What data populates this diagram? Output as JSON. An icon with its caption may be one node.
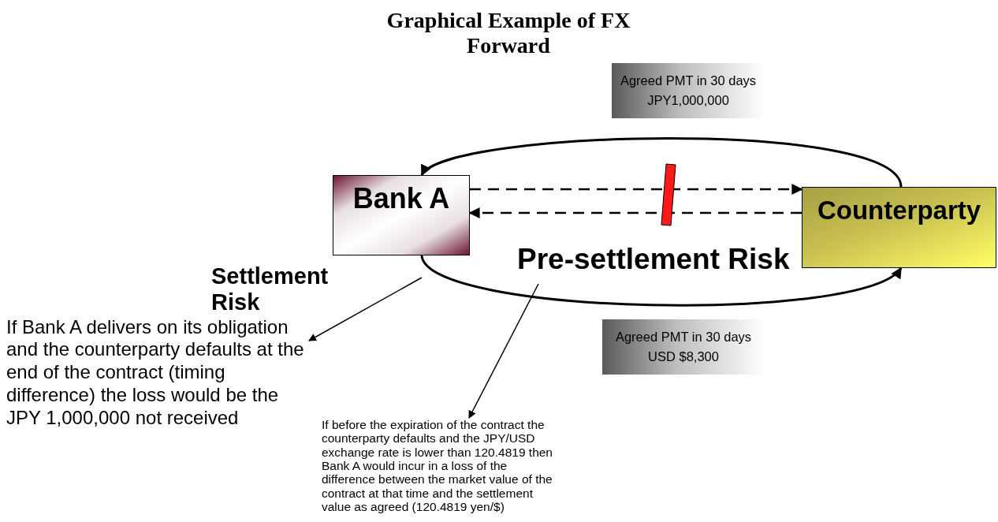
{
  "diagram": {
    "title": "Graphical Example of FX Forward",
    "nodes": [
      {
        "text": [
          "Bank A"
        ]
      },
      {
        "text": [
          "Counterparty"
        ]
      },
      {
        "text": [
          "Agreed PMT in 30 days",
          "JPY1,000,000"
        ]
      },
      {
        "text": [
          "Agreed PMT in 30 days",
          "USD $8,300"
        ]
      },
      {
        "text": [
          "Settlement Risk",
          "If Bank A delivers on its obligation and the counterparty defaults at the end of the contract (timing difference) the loss would be the JPY 1,000,000 not received"
        ]
      },
      {
        "text": [
          "Pre-settlement Risk"
        ]
      },
      {
        "text": [
          "If before the expiration of the contract the counterparty defaults and the JPY/USD exchange rate is lower than 120.4819 then Bank A would incur in a loss of the difference between the market value of the contract at that time and the settlement value as agreed (120.4819 yen/$)"
        ]
      },
      {
        "text": [],
        "shape": "bar"
      }
    ],
    "edges": [
      {
        "from": 1,
        "to": 0,
        "arrow": "to"
      },
      {
        "from": 0,
        "to": 1,
        "arrow": "to"
      },
      {
        "from": 0,
        "to": 1,
        "arrow": "to",
        "style": "dashed"
      },
      {
        "from": 1,
        "to": 0,
        "arrow": "to",
        "style": "dashed"
      },
      {
        "from": null,
        "to": 4,
        "arrow": "to"
      },
      {
        "from": 5,
        "to": 6,
        "arrow": "to"
      }
    ]
  }
}
